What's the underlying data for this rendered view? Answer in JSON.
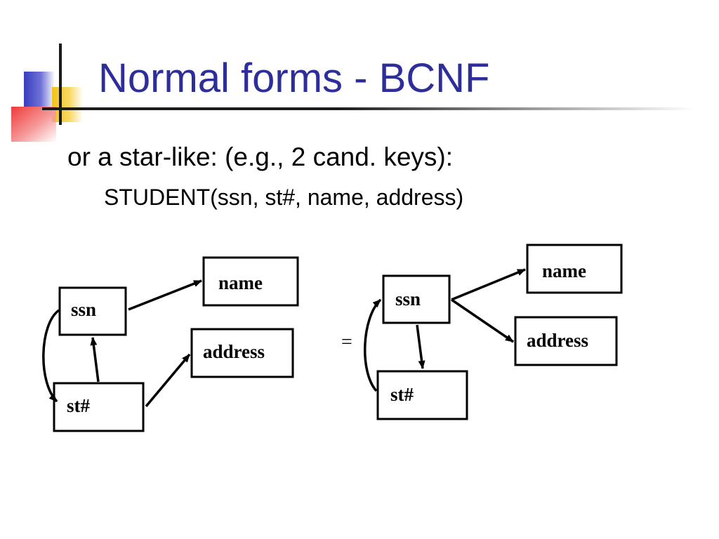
{
  "slide": {
    "title": "Normal forms - BCNF",
    "bullet": "or a star-like: (e.g., 2 cand. keys):",
    "sub_bullet": "STUDENT(ssn, st#, name, address)"
  },
  "diagram": {
    "left": {
      "nodes": {
        "ssn": "ssn",
        "st": "st#",
        "name": "name",
        "address": "address"
      },
      "edges": [
        {
          "from": "ssn",
          "to": "name"
        },
        {
          "from": "st#",
          "to": "ssn"
        },
        {
          "from": "ssn",
          "to": "st#"
        },
        {
          "from": "st#",
          "to": "address"
        }
      ]
    },
    "equals": "=",
    "right": {
      "nodes": {
        "ssn": "ssn",
        "st": "st#",
        "name": "name",
        "address": "address"
      },
      "edges": [
        {
          "from": "ssn",
          "to": "name"
        },
        {
          "from": "ssn",
          "to": "address"
        },
        {
          "from": "ssn",
          "to": "st#"
        },
        {
          "from": "st#",
          "to": "ssn"
        }
      ]
    }
  }
}
